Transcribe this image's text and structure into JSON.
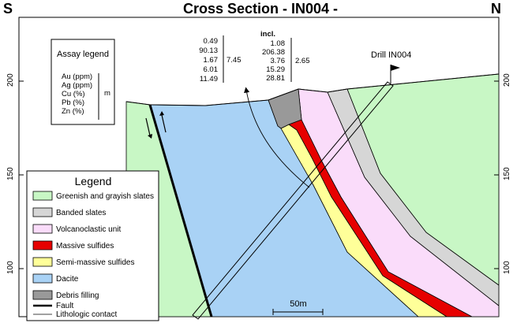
{
  "title": "Cross Section - IN004 -",
  "compass": {
    "left": "S",
    "right": "N"
  },
  "axis": {
    "left_ticks": [
      "200",
      "150",
      "100"
    ],
    "right_ticks": [
      "200",
      "150",
      "100"
    ]
  },
  "assay_legend": {
    "title": "Assay legend",
    "items": [
      "Au (ppm)",
      "Ag (ppm)",
      "Cu (%)",
      "Pb (%)",
      "Zn (%)"
    ],
    "unit": "m"
  },
  "assay": {
    "incl_label": "incl.",
    "values": [
      "0.49",
      "90.13",
      "1.67",
      "6.01",
      "11.49"
    ],
    "length": "7.45",
    "incl_values": [
      "1.08",
      "206.38",
      "3.76",
      "15.29",
      "28.81"
    ],
    "incl_length": "2.65"
  },
  "drill_label": "Drill IN004",
  "scale_label": "50m",
  "legend": {
    "title": "Legend",
    "items": [
      {
        "label": "Greenish and grayish slates",
        "color": "#c8f7c5"
      },
      {
        "label": "Banded slates",
        "color": "#d6d6d6"
      },
      {
        "label": "Volcanoclastic unit",
        "color": "#fadcfa"
      },
      {
        "label": "Massive sulfides",
        "color": "#e60000"
      },
      {
        "label": "Semi-massive sulfides",
        "color": "#ffff99"
      },
      {
        "label": "Dacite",
        "color": "#a9d2f5"
      },
      {
        "label": "Debris filling",
        "color": "#999999"
      }
    ],
    "fault_label": "Fault",
    "contact_label": "Lithologic contact"
  }
}
